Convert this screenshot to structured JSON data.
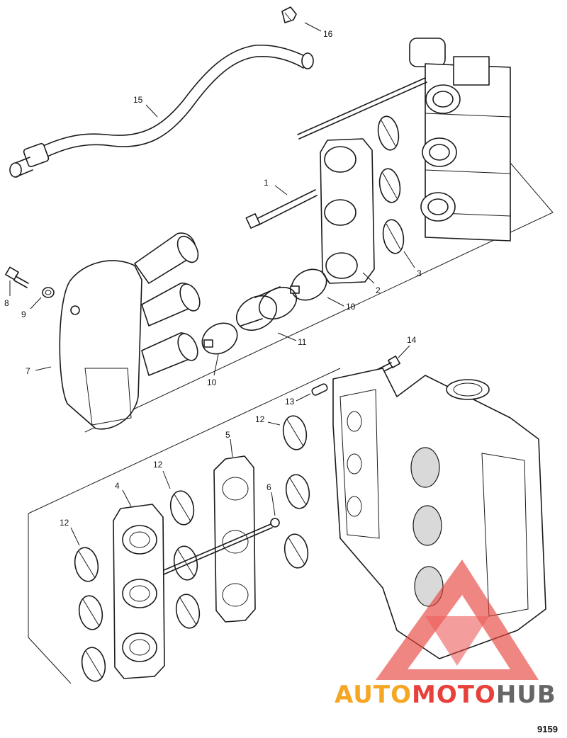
{
  "diagram": {
    "reference_number": "9159",
    "callouts": [
      {
        "id": "c1",
        "label": "1"
      },
      {
        "id": "c2",
        "label": "2"
      },
      {
        "id": "c3",
        "label": "3"
      },
      {
        "id": "c4",
        "label": "4"
      },
      {
        "id": "c5",
        "label": "5"
      },
      {
        "id": "c6",
        "label": "6"
      },
      {
        "id": "c7",
        "label": "7"
      },
      {
        "id": "c8",
        "label": "8"
      },
      {
        "id": "c9",
        "label": "9"
      },
      {
        "id": "c10a",
        "label": "10"
      },
      {
        "id": "c10b",
        "label": "10"
      },
      {
        "id": "c11",
        "label": "11"
      },
      {
        "id": "c12a",
        "label": "12"
      },
      {
        "id": "c12b",
        "label": "12"
      },
      {
        "id": "c12c",
        "label": "12"
      },
      {
        "id": "c13",
        "label": "13"
      },
      {
        "id": "c14",
        "label": "14"
      },
      {
        "id": "c15",
        "label": "15"
      },
      {
        "id": "c16",
        "label": "16"
      }
    ]
  },
  "watermark": {
    "text_part1": "AUTO",
    "text_part2": "MOTO",
    "text_part3": "HUB",
    "colors": {
      "orange": "#f5a623",
      "red": "#e8413c",
      "gray": "#666666"
    }
  }
}
